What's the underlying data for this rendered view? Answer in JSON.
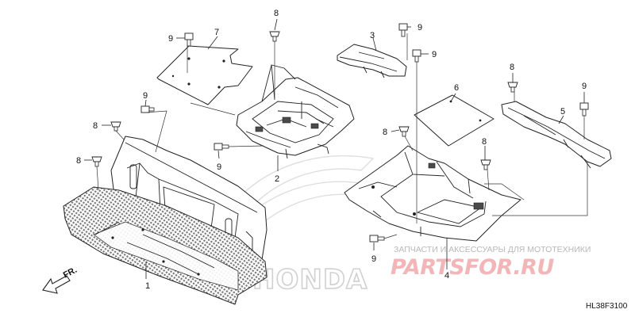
{
  "diagram": {
    "code": "HL38F3100",
    "direction_label": "FR.",
    "watermark": {
      "caption": "ЗАПЧАСТИ И АКСЕССУАРЫ ДЛЯ МОТОТЕХНИКИ",
      "logo": "PARTSFOR.RU",
      "brand": "HONDA"
    },
    "callouts": [
      {
        "id": "c1",
        "label": "1"
      },
      {
        "id": "c2",
        "label": "2"
      },
      {
        "id": "c3",
        "label": "3"
      },
      {
        "id": "c4",
        "label": "4"
      },
      {
        "id": "c5",
        "label": "5"
      },
      {
        "id": "c6",
        "label": "6"
      },
      {
        "id": "c7",
        "label": "7"
      },
      {
        "id": "c8a",
        "label": "8"
      },
      {
        "id": "c8b",
        "label": "8"
      },
      {
        "id": "c8c",
        "label": "8"
      },
      {
        "id": "c8d",
        "label": "8"
      },
      {
        "id": "c8e",
        "label": "8"
      },
      {
        "id": "c8f",
        "label": "8"
      },
      {
        "id": "c9a",
        "label": "9"
      },
      {
        "id": "c9b",
        "label": "9"
      },
      {
        "id": "c9c",
        "label": "9"
      },
      {
        "id": "c9d",
        "label": "9"
      },
      {
        "id": "c9e",
        "label": "9"
      },
      {
        "id": "c9f",
        "label": "9"
      },
      {
        "id": "c9g",
        "label": "9"
      }
    ]
  }
}
